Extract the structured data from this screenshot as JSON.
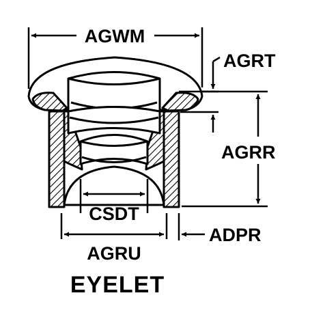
{
  "diagram": {
    "title": "EYELET",
    "labels": {
      "agwm": "AGWM",
      "agrt": "AGRT",
      "agrr": "AGRR",
      "csdt": "CSDT",
      "agru": "AGRU",
      "adpr": "ADPR"
    },
    "colors": {
      "ink": "#000000",
      "paper": "#ffffff"
    }
  }
}
